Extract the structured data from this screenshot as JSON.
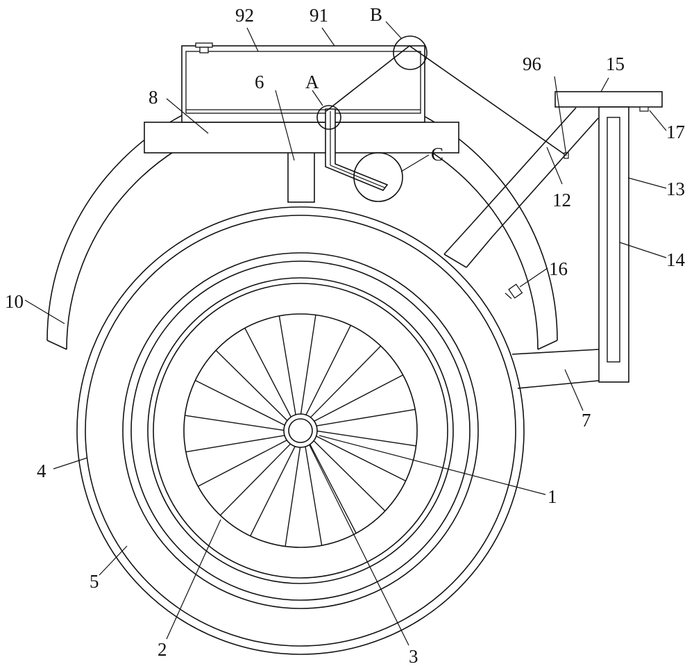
{
  "figure": {
    "labels": {
      "n92": "92",
      "n91": "91",
      "nB": "B",
      "n96": "96",
      "n15": "15",
      "n6": "6",
      "nA": "A",
      "n8": "8",
      "n17": "17",
      "nC": "C",
      "n13": "13",
      "n12": "12",
      "n14": "14",
      "n16": "16",
      "n10": "10",
      "n7": "7",
      "n4": "4",
      "n1": "1",
      "n5": "5",
      "n2": "2",
      "n3": "3"
    }
  }
}
